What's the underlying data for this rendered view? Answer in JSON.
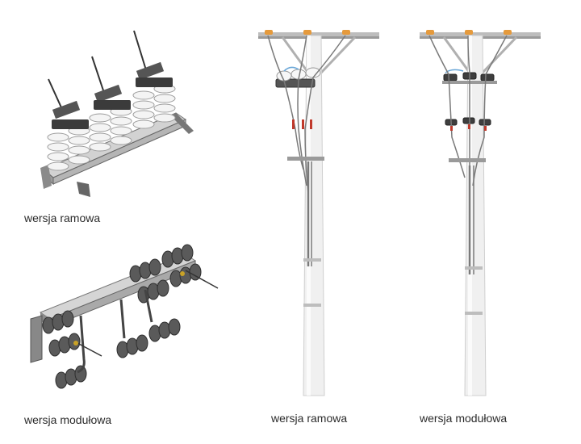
{
  "captions": {
    "frame_switch": "wersja ramowa",
    "modular_switch": "wersja modułowa",
    "frame_pole": "wersja ramowa",
    "modular_pole": "wersja modułowa"
  },
  "colors": {
    "insulator": "#f2f2f2",
    "insulator_shadow": "#bdbdbd",
    "dark_insulator": "#4a4a4a",
    "metal": "#9a9a9a",
    "frame": "#c9c9c9",
    "pole": "#f0f0f0",
    "cable": "#7a7a7a",
    "accent_orange": "#e59a3c",
    "accent_red": "#c0392b",
    "accent_blue": "#6aa7d8"
  }
}
